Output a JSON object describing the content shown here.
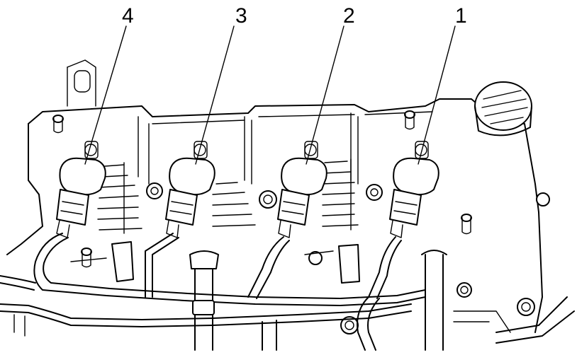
{
  "callouts": [
    {
      "number": "4"
    },
    {
      "number": "3"
    },
    {
      "number": "2"
    },
    {
      "number": "1"
    }
  ],
  "colors": {
    "line": "#000000",
    "background": "#ffffff"
  }
}
